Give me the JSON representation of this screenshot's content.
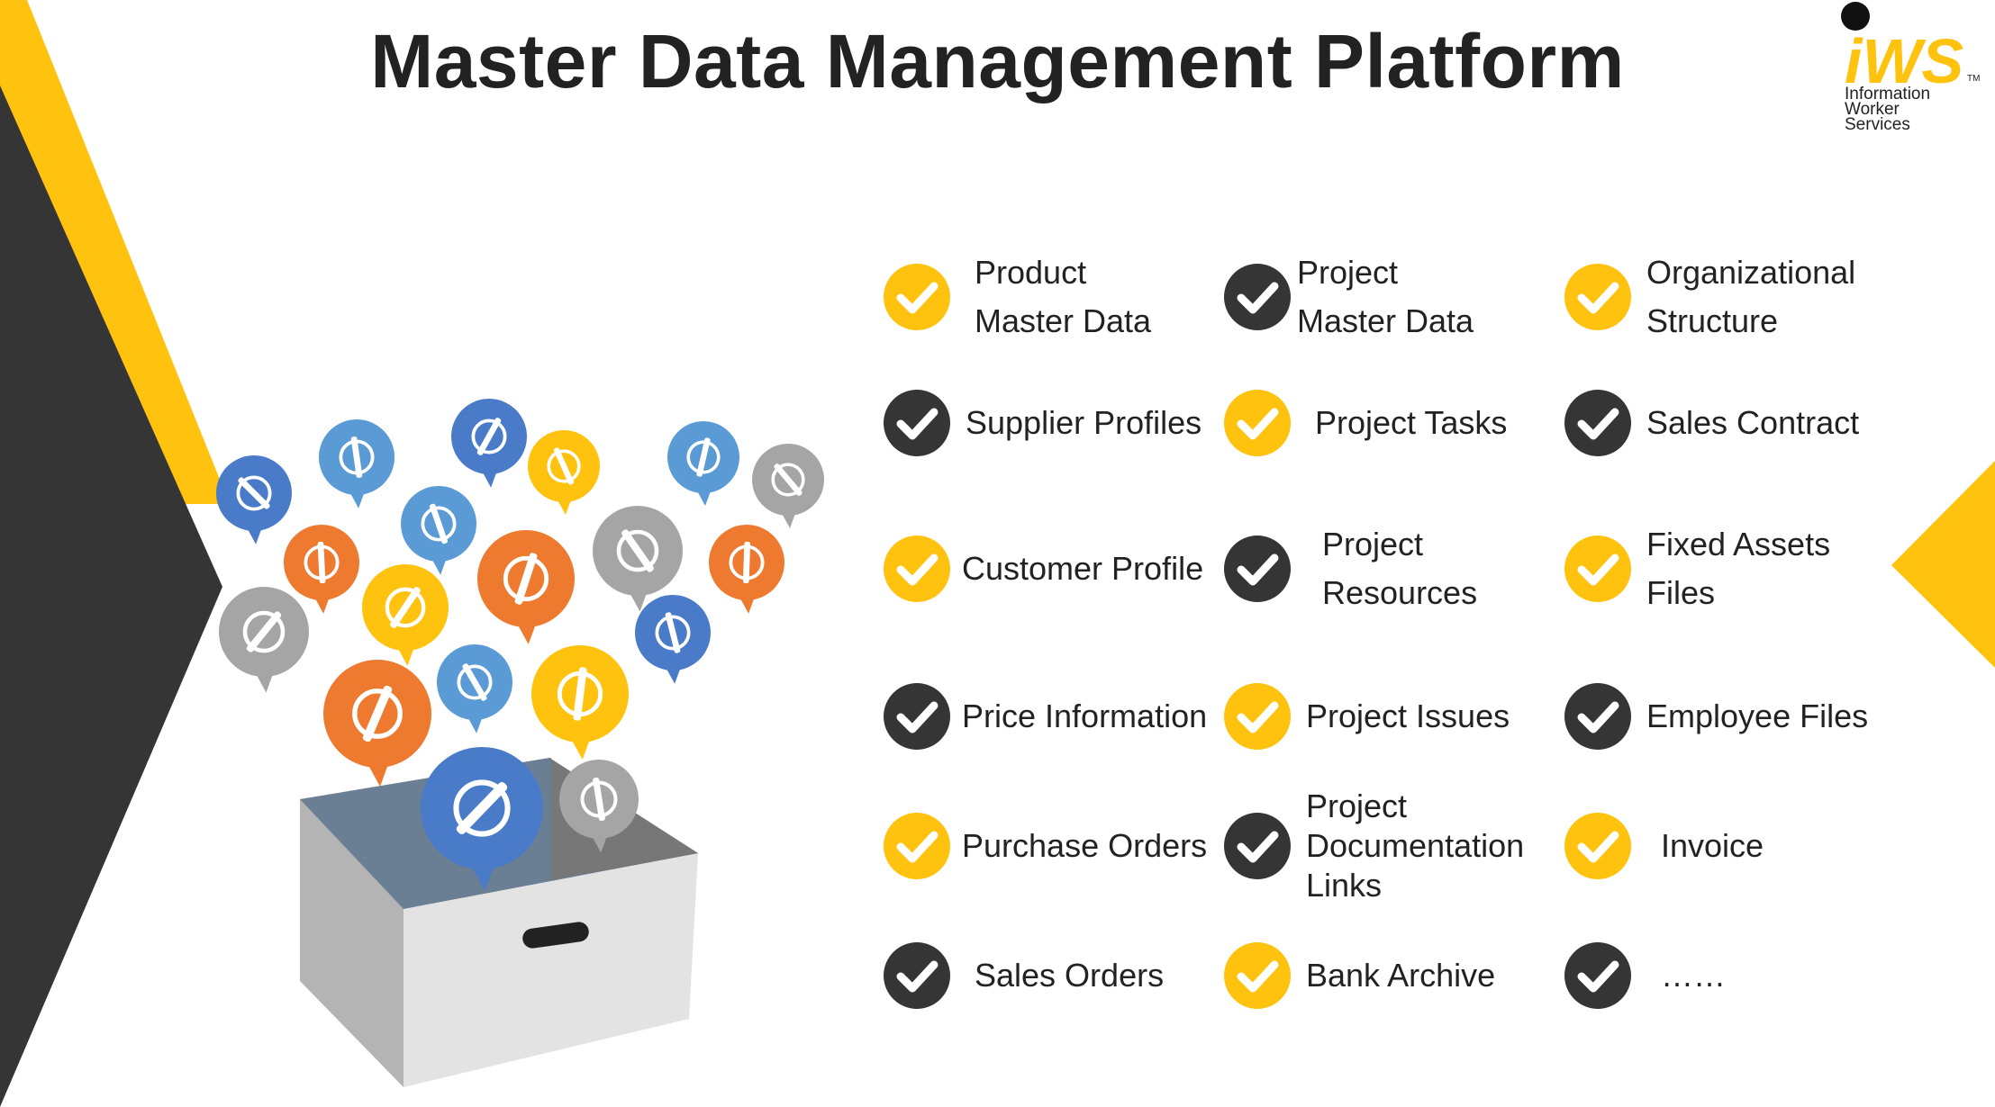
{
  "title": "Master Data Management Platform",
  "logo": {
    "mark": "iWS",
    "line1": "Information",
    "line2": "Worker",
    "line3": "Services",
    "tm": "TM"
  },
  "colors": {
    "yellow": "#FFC20E",
    "dark": "#353535",
    "orange": "#EE7A30",
    "blue": "#4A7BC8",
    "lightblue": "#5B9BD5",
    "grey": "#A5A5A5"
  },
  "illustration": {
    "box": "archive-box",
    "bubbles": [
      "palette-icon",
      "magnifier-icon",
      "palette-icon",
      "pencils-icon",
      "magnifier-icon",
      "book-icon",
      "flask-icon",
      "ruler-icon",
      "palette-icon",
      "atom-icon",
      "compass-icon",
      "flask-icon",
      "compass-icon",
      "palette-icon",
      "lightbulb-icon",
      "globe-icon",
      "globe-icon",
      "graduation-cap-icon",
      "flask-icon"
    ]
  },
  "items": [
    {
      "id": "product-master-data",
      "lines": [
        "Product",
        "Master Data"
      ],
      "check": "yellow"
    },
    {
      "id": "project-master-data",
      "lines": [
        "Project",
        "Master Data"
      ],
      "check": "dark"
    },
    {
      "id": "organizational-structure",
      "lines": [
        "Organizational",
        "Structure"
      ],
      "check": "yellow"
    },
    {
      "id": "supplier-profiles",
      "lines": [
        "Supplier Profiles"
      ],
      "check": "dark"
    },
    {
      "id": "project-tasks",
      "lines": [
        "Project Tasks"
      ],
      "check": "yellow"
    },
    {
      "id": "sales-contract",
      "lines": [
        "Sales Contract"
      ],
      "check": "dark"
    },
    {
      "id": "customer-profile",
      "lines": [
        "Customer Profile"
      ],
      "check": "yellow"
    },
    {
      "id": "project-resources",
      "lines": [
        "Project",
        "Resources"
      ],
      "check": "dark"
    },
    {
      "id": "fixed-assets-files",
      "lines": [
        "Fixed Assets",
        "Files"
      ],
      "check": "yellow"
    },
    {
      "id": "price-information",
      "lines": [
        "Price Information"
      ],
      "check": "dark"
    },
    {
      "id": "project-issues",
      "lines": [
        "Project Issues"
      ],
      "check": "yellow"
    },
    {
      "id": "employee-files",
      "lines": [
        "Employee Files"
      ],
      "check": "dark"
    },
    {
      "id": "purchase-orders",
      "lines": [
        "Purchase Orders"
      ],
      "check": "yellow"
    },
    {
      "id": "project-documentation-links",
      "lines": [
        "Project",
        "Documentation",
        "Links"
      ],
      "check": "dark"
    },
    {
      "id": "invoice",
      "lines": [
        "Invoice"
      ],
      "check": "yellow"
    },
    {
      "id": "sales-orders",
      "lines": [
        "Sales Orders"
      ],
      "check": "dark"
    },
    {
      "id": "bank-archive",
      "lines": [
        "Bank Archive"
      ],
      "check": "yellow"
    },
    {
      "id": "more",
      "lines": [
        "……"
      ],
      "check": "dark"
    }
  ]
}
